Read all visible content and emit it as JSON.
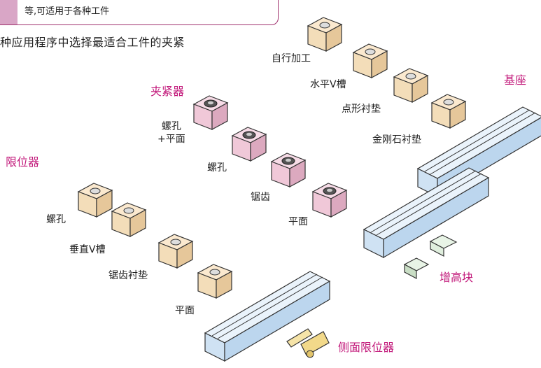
{
  "header_box": {
    "text": "等,可适用于各种工件"
  },
  "intro_text": "种应用程序中选择最适合工件的夹紧",
  "categories": {
    "clamp": "夹紧器",
    "stopper": "限位器",
    "base": "基座",
    "riser": "增高块",
    "side_stopper": "侧面限位器"
  },
  "jaw_labels": {
    "self_machining": "自行加工",
    "horizontal_v_groove": "水平V槽",
    "point_pad": "点形衬垫",
    "diamond_pad": "金刚石衬垫"
  },
  "clamp_labels": {
    "tapped_flat_line1": "螺孔",
    "tapped_flat_line2": "+平面",
    "tapped": "螺孔",
    "serrated": "锯齿",
    "flat": "平面"
  },
  "stopper_labels": {
    "tapped": "螺孔",
    "vertical_v_groove": "垂直V槽",
    "serrated_pad": "锯齿衬垫",
    "flat": "平面"
  },
  "colors": {
    "accent": "#c2187a",
    "jaw_tan": "#f3ddb9",
    "clamp_pink": "#f0c8d8",
    "base_blue": "#d6e8f6",
    "riser_green": "#dfeedd",
    "side_yellow": "#f2d98a"
  }
}
